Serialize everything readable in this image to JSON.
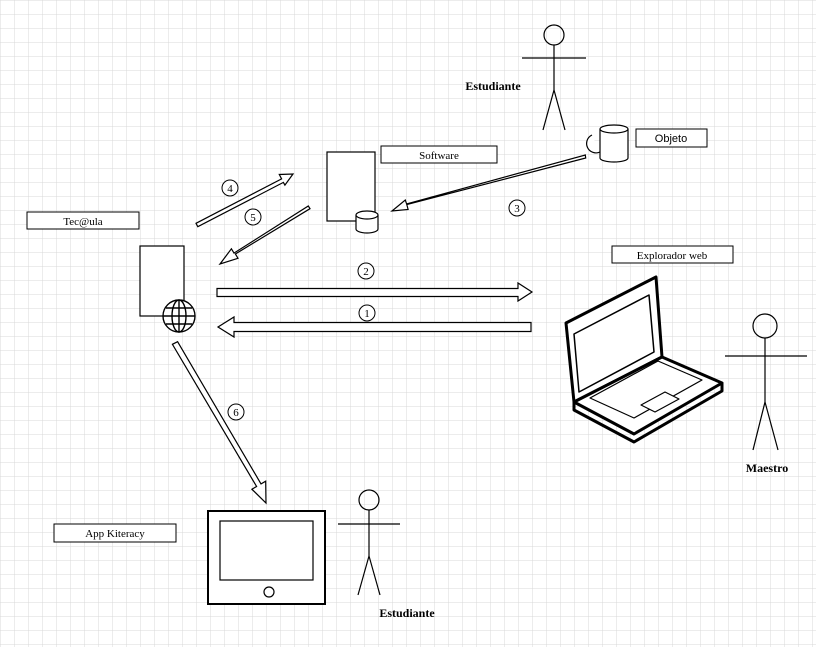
{
  "labels": {
    "software": "Software",
    "objeto": "Objeto",
    "tecula": "Tec@ula",
    "explorador": "Explorador web",
    "app": "App Kiteracy"
  },
  "actors": {
    "estudiante_top": "Estudiante",
    "maestro": "Maestro",
    "estudiante_bottom": "Estudiante"
  },
  "steps": {
    "s1": "1",
    "s2": "2",
    "s3": "3",
    "s4": "4",
    "s5": "5",
    "s6": "6"
  },
  "colors": {
    "grid": "#d9d9d9",
    "line": "#000000",
    "background": "#ffffff"
  }
}
